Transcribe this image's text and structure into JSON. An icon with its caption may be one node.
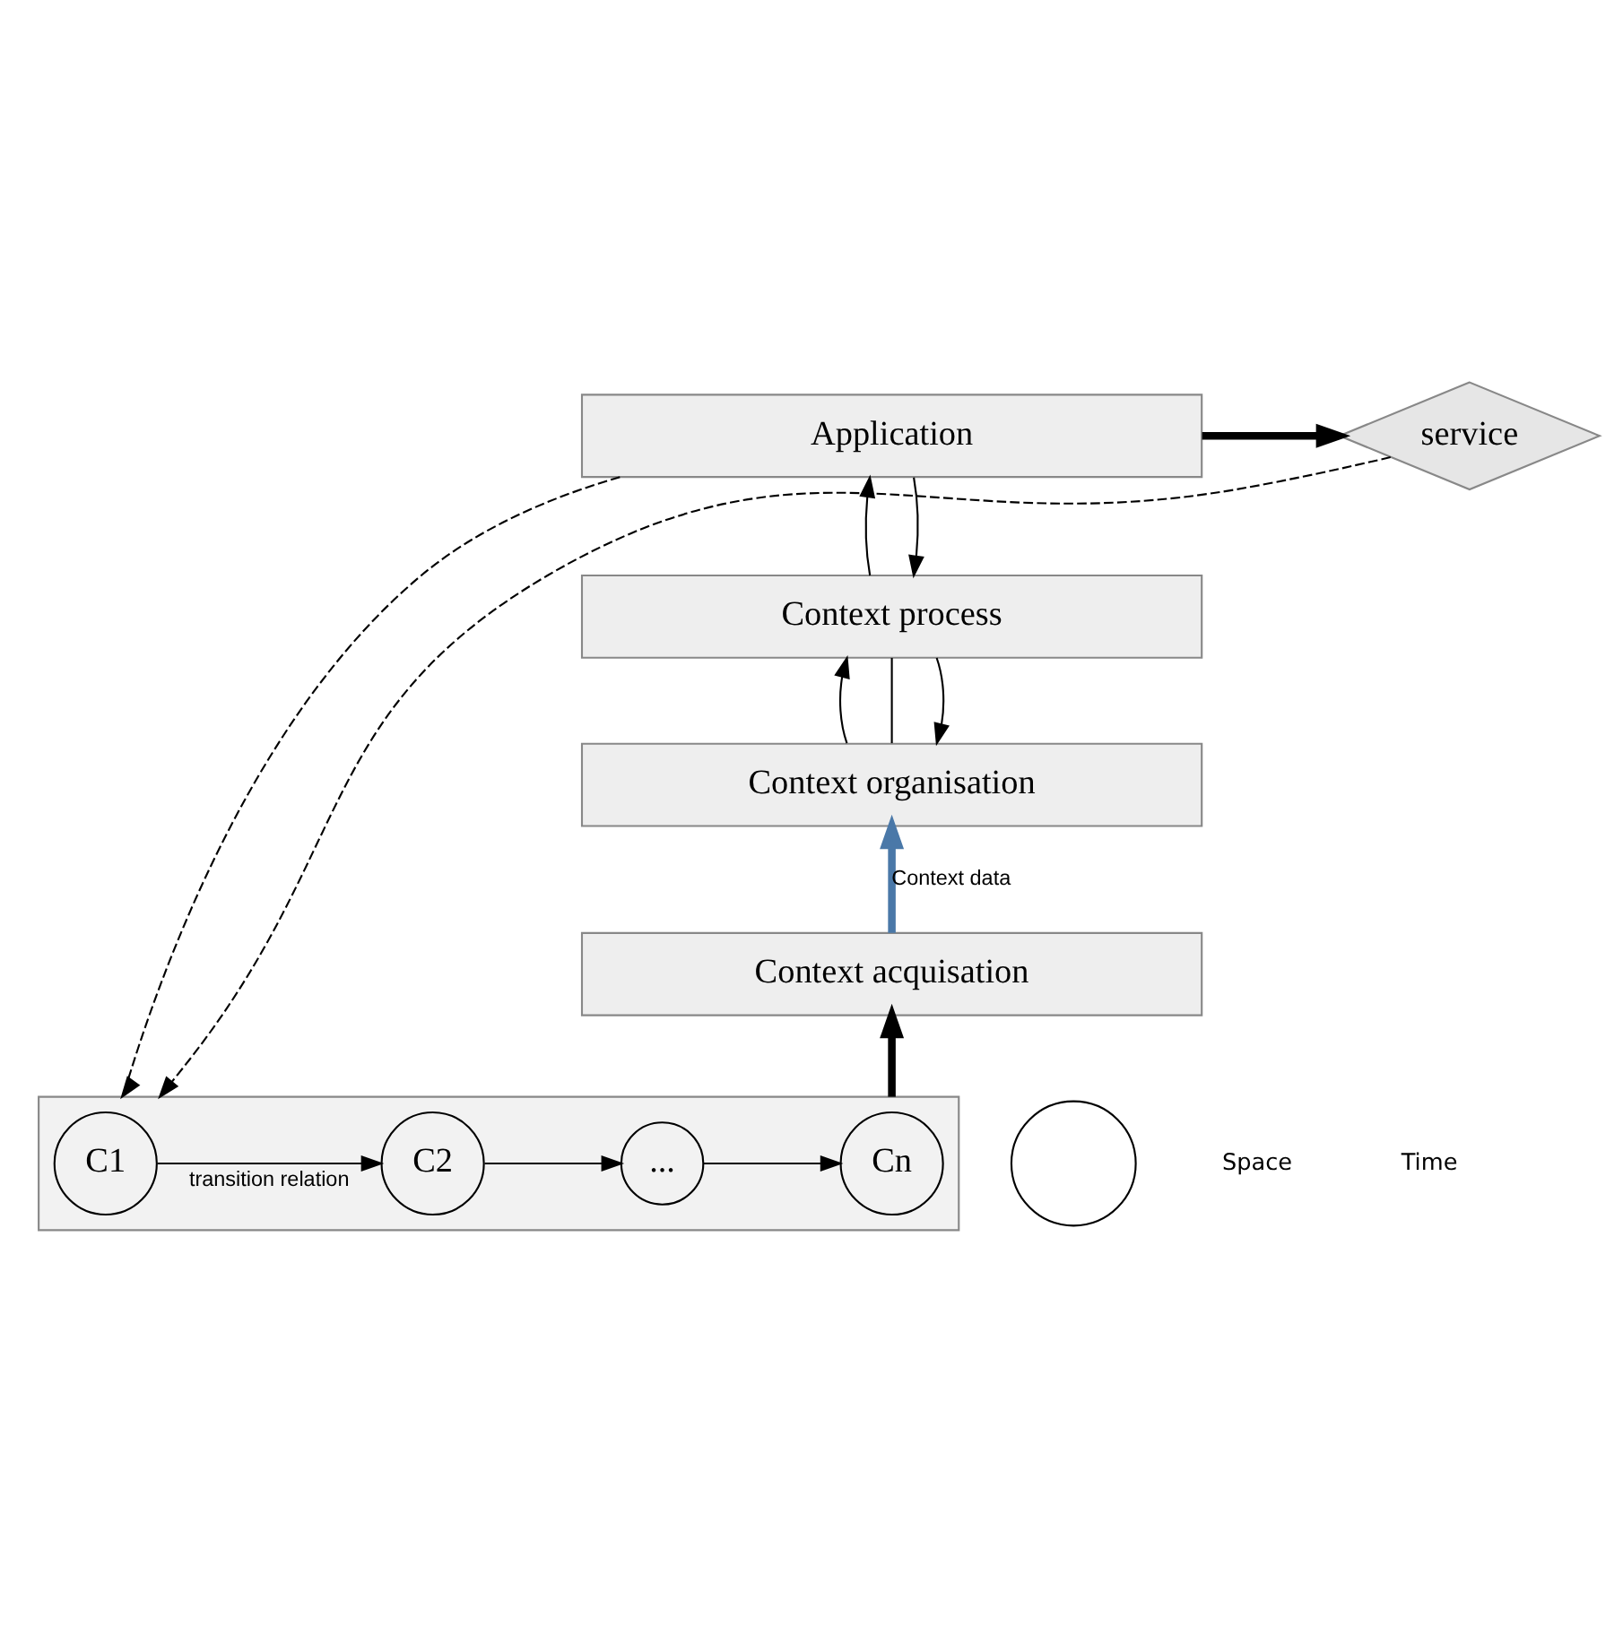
{
  "diagram": {
    "nodes": [
      {
        "text": [
          "Application"
        ]
      },
      {
        "text": [
          "Context process"
        ]
      },
      {
        "text": [
          "Context organisation"
        ]
      },
      {
        "text": [
          "Context acquisation"
        ]
      },
      {
        "text": [
          "service"
        ]
      },
      {
        "text": [],
        "shape": "box"
      },
      {
        "text": [
          "C1"
        ],
        "in": 5
      },
      {
        "text": [
          "C2"
        ],
        "in": 5
      },
      {
        "text": [
          "..."
        ],
        "in": 5
      },
      {
        "text": [
          "Cn"
        ],
        "in": 5
      },
      {
        "text": [],
        "shape": "circle"
      }
    ],
    "edges": [
      {
        "from": 1,
        "to": 0,
        "arrow": "to"
      },
      {
        "from": 0,
        "to": 1,
        "arrow": "to"
      },
      {
        "from": 2,
        "to": 1,
        "arrow": "to"
      },
      {
        "from": 1,
        "to": 2,
        "arrow": "none"
      },
      {
        "from": 1,
        "to": 2,
        "arrow": "to"
      },
      {
        "from": 3,
        "to": 2,
        "arrow": "to",
        "label": "Context data",
        "style": "thick",
        "color": "#4a78a8"
      },
      {
        "from": 5,
        "to": 3,
        "arrow": "to",
        "style": "thick"
      },
      {
        "from": 0,
        "to": 4,
        "arrow": "to",
        "style": "thick"
      },
      {
        "from": 0,
        "to": 5,
        "arrow": "to",
        "style": "dashed"
      },
      {
        "from": 4,
        "to": 5,
        "arrow": "to",
        "style": "dashed"
      },
      {
        "from": 6,
        "to": 7,
        "arrow": "to",
        "label": "transition relation"
      },
      {
        "from": 7,
        "to": 8,
        "arrow": "to"
      },
      {
        "from": 8,
        "to": 9,
        "arrow": "to"
      }
    ],
    "labels": [
      "Space",
      "Time"
    ]
  }
}
